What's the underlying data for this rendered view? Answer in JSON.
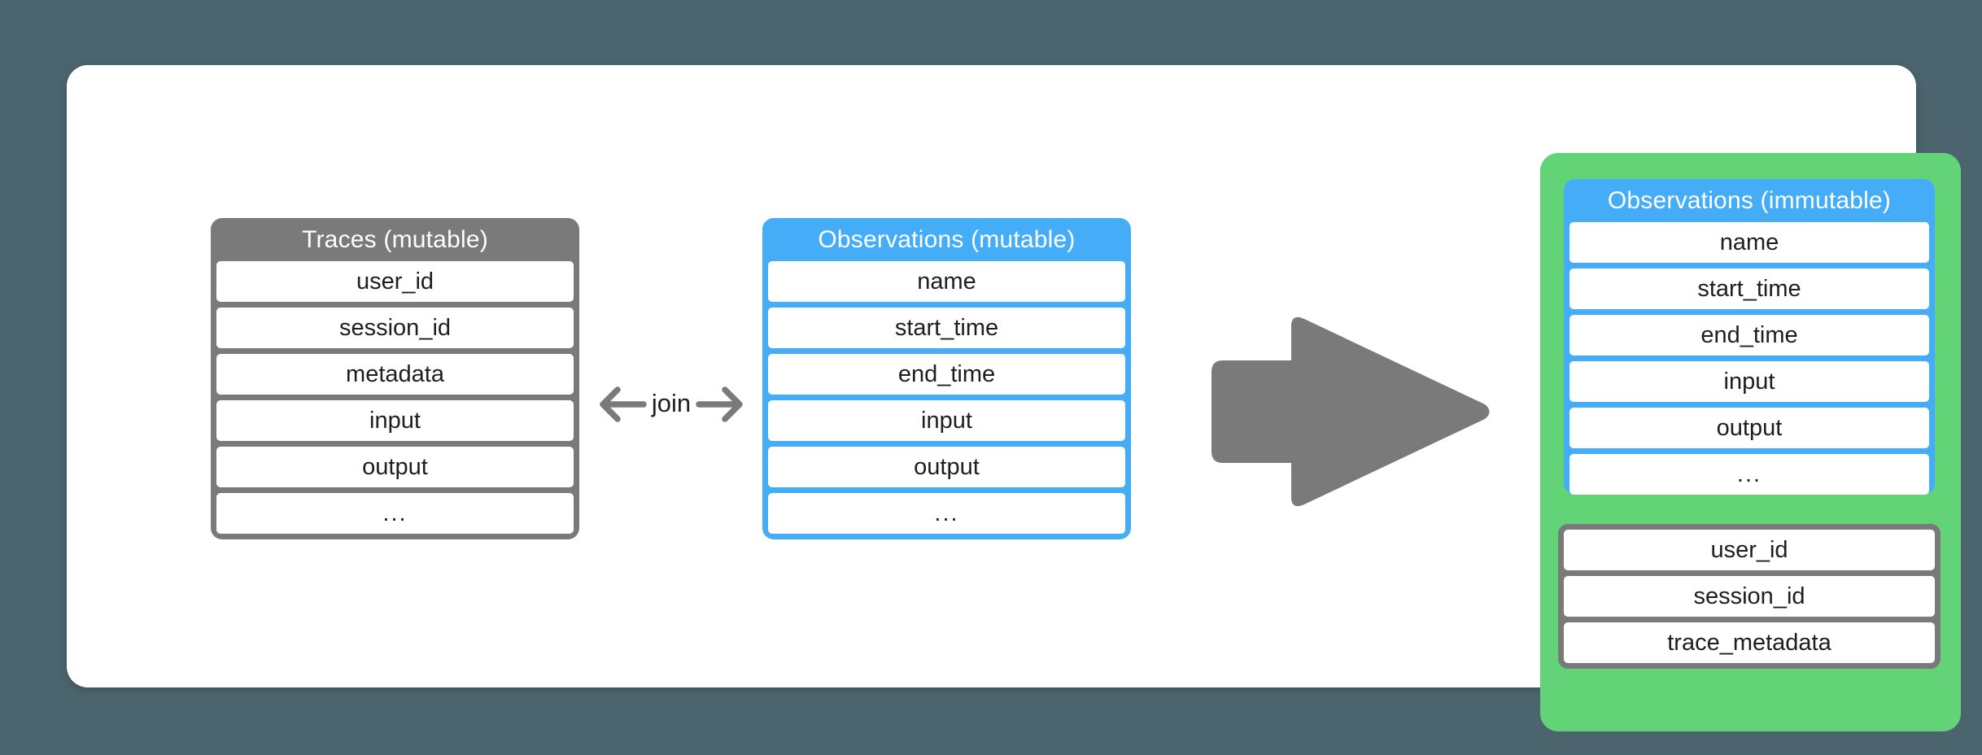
{
  "background_color": "#4c646d",
  "canvas": {
    "background_color": "#ffffff"
  },
  "colors": {
    "gray": "#7a7a7a",
    "blue": "#45adf8",
    "green": "#62d377",
    "text": "#1e1e1e"
  },
  "traces_table": {
    "title": "Traces (mutable)",
    "header_color": "#7a7a7a",
    "rows": [
      "user_id",
      "session_id",
      "metadata",
      "input",
      "output",
      "..."
    ]
  },
  "join_connector": {
    "label": "join",
    "left_arrow_icon": "arrow-left-icon",
    "right_arrow_icon": "arrow-right-icon",
    "color": "#7a7a7a"
  },
  "observations_mutable_table": {
    "title": "Observations (mutable)",
    "header_color": "#45adf8",
    "rows": [
      "name",
      "start_time",
      "end_time",
      "input",
      "output",
      "..."
    ]
  },
  "transform_arrow": {
    "icon": "block-arrow-right-icon",
    "color": "#7a7a7a"
  },
  "result_panel": {
    "panel_color": "#62d377",
    "observations_immutable_table": {
      "title": "Observations (immutable)",
      "header_color": "#45adf8",
      "rows": [
        "name",
        "start_time",
        "end_time",
        "input",
        "output",
        "..."
      ]
    },
    "trace_fields_group": {
      "border_color": "#7a7a7a",
      "rows": [
        "user_id",
        "session_id",
        "trace_metadata"
      ]
    }
  }
}
